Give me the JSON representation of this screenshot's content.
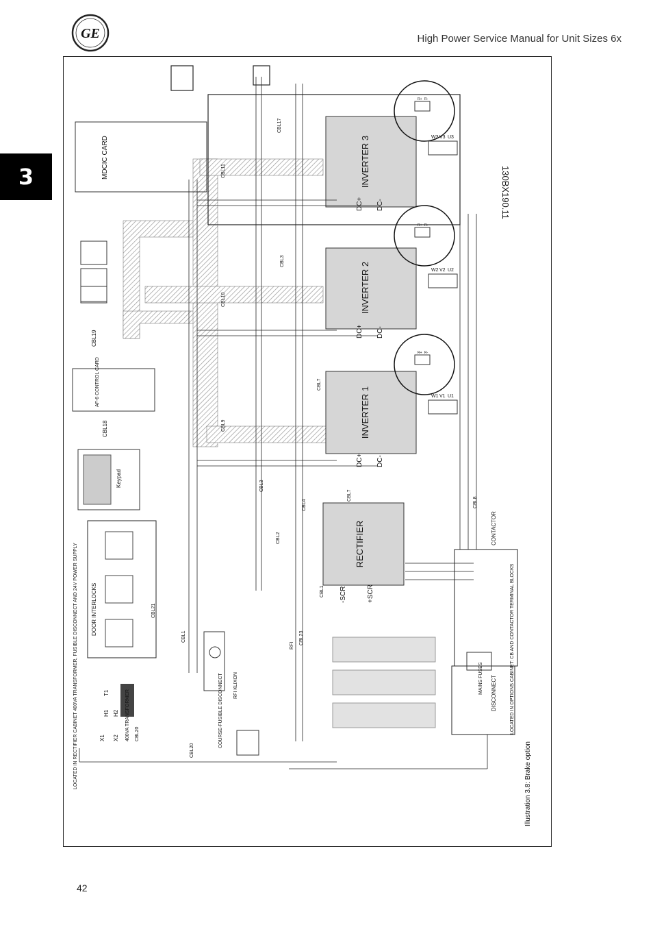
{
  "header": {
    "title": "High Power Service Manual for Unit Sizes 6x",
    "logo_text": "GE"
  },
  "chapter_tab": "3",
  "page_number": "42",
  "diagram": {
    "drawing_number": "130BX190.11",
    "caption": "Illustration 3.8: Brake option",
    "rectifier_cabinet_note": "LOCATED IN RECTIFIER CABINET 400VA TRANSFORMER, FUSIBLE DISCONNECT AND 24V POWER SUPPLY",
    "options_cabinet_note": "LOCATED IN OPTIONS CABINET: CB AND CONTACTOR TERMINAL BLOCKS",
    "inverters": [
      "INVERTER 3",
      "INVERTER 2",
      "INVERTER 1"
    ],
    "rectifier": "RECTIFIER",
    "mdcic_card": "MDCIC CARD",
    "control_card": "AF-6 CONTROL CARD",
    "keypad": "Keypad",
    "door_interlocks": "DOOR INTERLOCKS",
    "rfi": "RFI",
    "rfi_klixon": "RFI KLIXON",
    "fusible_disconnect": "COURSE-FUSIBLE DISCONNECT",
    "transformer": "400VA TRANSFORMER",
    "contactor": "CONTACTOR",
    "disconnect": "DISCONNECT",
    "mains_fuses": "MAINS FUSES",
    "dc_plus": "DC+",
    "dc_minus": "DC-",
    "scr_minus": "-SCR",
    "scr_plus": "+SCR",
    "ac_labels": [
      "X1",
      "H1",
      "T1",
      "X2",
      "H2"
    ],
    "terminals": {
      "inv3": [
        "W3",
        "V3",
        "U3"
      ],
      "inv2": [
        "W2",
        "V2",
        "U2"
      ],
      "inv1": [
        "W1",
        "V1",
        "U1"
      ]
    },
    "brake_terminals": [
      "R+",
      "R-"
    ],
    "cables": {
      "cbl1": "CBL1",
      "cbl3": "CBL3",
      "cbl4": "CBL4",
      "cbl7": "CBL7",
      "cbl8": "CBL8",
      "cbl9": "CBL9",
      "cbl10": "CBL10",
      "cbl11": "CBL11",
      "cbl17": "CBL17",
      "cbl18": "CBL18",
      "cbl19": "CBL19",
      "cbl20": "CBL20",
      "cbl21": "CBL21",
      "cbl23": "CBL23",
      "cbl2": "CBL2"
    }
  }
}
